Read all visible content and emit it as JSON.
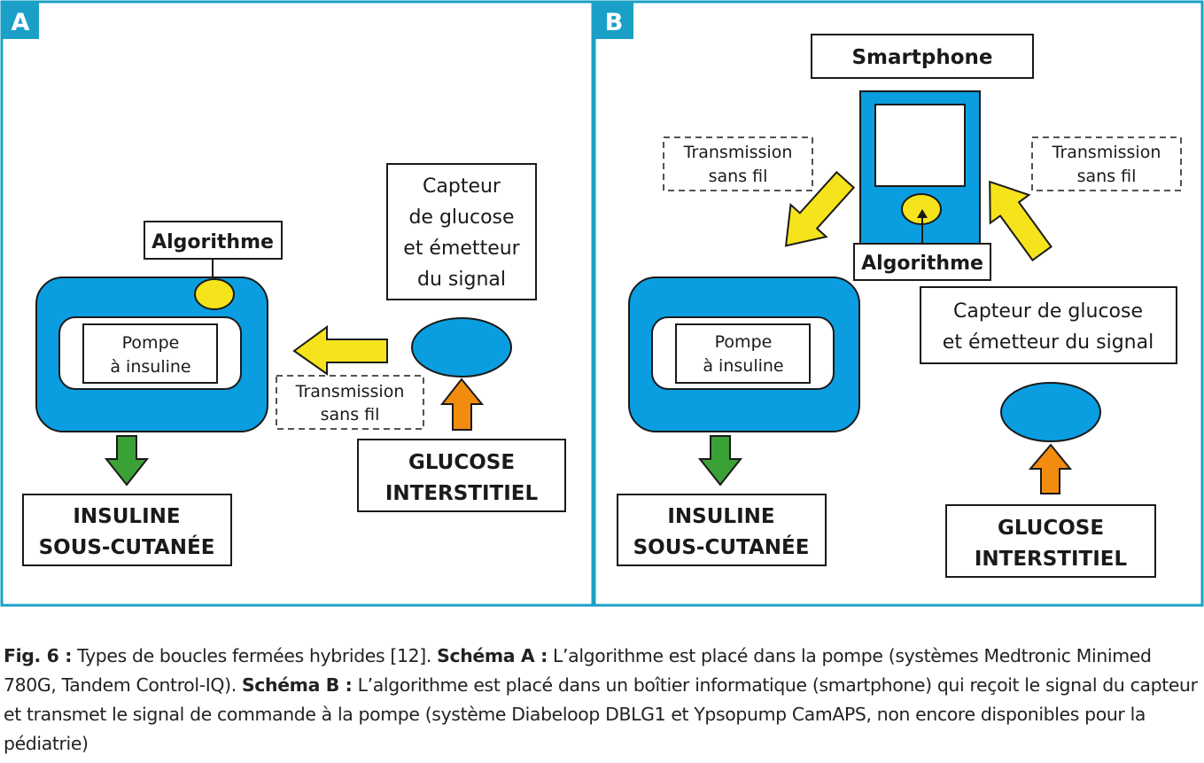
{
  "colors": {
    "frame": "#1aa0c6",
    "device_blue": "#0a9ee0",
    "arrow_yellow": "#f5e31c",
    "arrow_green": "#3aa136",
    "arrow_orange": "#f28c0f",
    "outline": "#1a1a1a"
  },
  "panel_a": {
    "tag": "A",
    "algorithm_label": "Algorithme",
    "sensor_label": [
      "Capteur",
      "de glucose",
      "et émetteur",
      "du signal"
    ],
    "pump_label": [
      "Pompe",
      "à insuline"
    ],
    "wireless_label": [
      "Transmission",
      "sans fil"
    ],
    "glucose_label": [
      "GLUCOSE",
      "INTERSTITIEL"
    ],
    "insulin_label": [
      "INSULINE",
      "SOUS-CUTANÉE"
    ]
  },
  "panel_b": {
    "tag": "B",
    "smartphone_label": "Smartphone",
    "wireless_left_label": [
      "Transmission",
      "sans fil"
    ],
    "wireless_right_label": [
      "Transmission",
      "sans fil"
    ],
    "algorithm_label": "Algorithme",
    "sensor_label": [
      "Capteur de glucose",
      "et émetteur du signal"
    ],
    "pump_label": [
      "Pompe",
      "à insuline"
    ],
    "glucose_label": [
      "GLUCOSE",
      "INTERSTITIEL"
    ],
    "insulin_label": [
      "INSULINE",
      "SOUS-CUTANÉE"
    ]
  },
  "caption": {
    "fig_label": "Fig. 6 :",
    "intro": " Types de boucles fermées hybrides [12]. ",
    "a_label": "Schéma A :",
    "a_text": " L’algorithme est placé dans la pompe (systèmes Medtronic Minimed 780G, Tandem Control-IQ). ",
    "b_label": "Schéma B :",
    "b_text": " L’algorithme est placé dans un boîtier informatique (smartphone) qui reçoit le signal du capteur et transmet le signal de commande à la pompe (système Diabeloop DBLG1 et Ypsopump CamAPS, non encore disponibles pour la pédiatrie)"
  }
}
